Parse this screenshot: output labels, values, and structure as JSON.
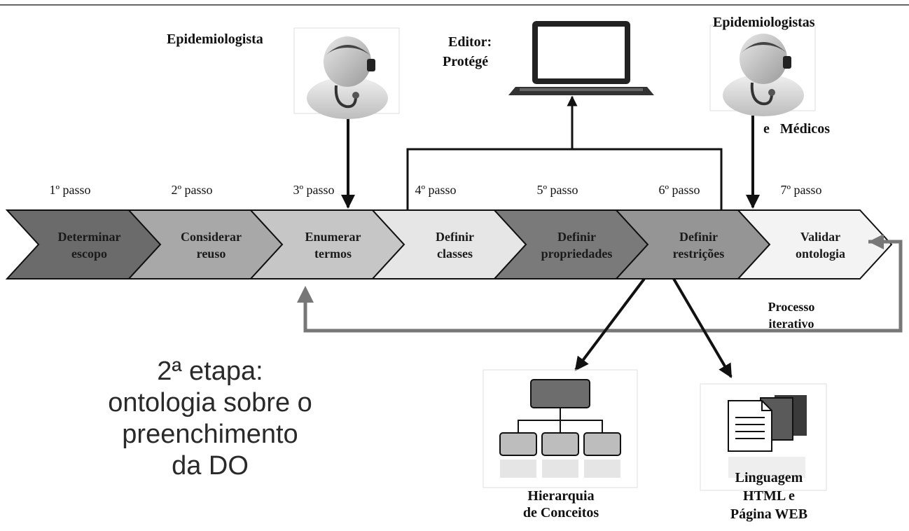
{
  "actors": {
    "epidemiologist_left": "Epidemiologista",
    "editor_line1": "Editor:",
    "editor_line2": "Protégé",
    "epidemiologists_right": "Epidemiologistas",
    "doctors": "e   Médicos"
  },
  "steps": [
    {
      "label": "1º passo",
      "line1": "Determinar",
      "line2": "escopo",
      "fill": "#6b6b6b"
    },
    {
      "label": "2º passo",
      "line1": "Considerar",
      "line2": "reuso",
      "fill": "#a8a8a8"
    },
    {
      "label": "3º passo",
      "line1": "Enumerar",
      "line2": "termos",
      "fill": "#c6c6c6"
    },
    {
      "label": "4º passo",
      "line1": "Definir",
      "line2": "classes",
      "fill": "#e6e6e6"
    },
    {
      "label": "5º passo",
      "line1": "Definir",
      "line2": "propriedades",
      "fill": "#7a7a7a"
    },
    {
      "label": "6º passo",
      "line1": "Definir",
      "line2": "restrições",
      "fill": "#959595"
    },
    {
      "label": "7º passo",
      "line1": "Validar",
      "line2": "ontologia",
      "fill": "#f3f3f3"
    }
  ],
  "feedback": {
    "line1": "Processo",
    "line2": "iterativo"
  },
  "outputs": {
    "hierarchy_line1": "Hierarquia",
    "hierarchy_line2": "de Conceitos",
    "web_line1": "Linguagem",
    "web_line2": "HTML e",
    "web_line3": "Página WEB"
  },
  "stage_title": [
    "2ª etapa:",
    "ontologia sobre o",
    "preenchimento",
    "da DO"
  ]
}
